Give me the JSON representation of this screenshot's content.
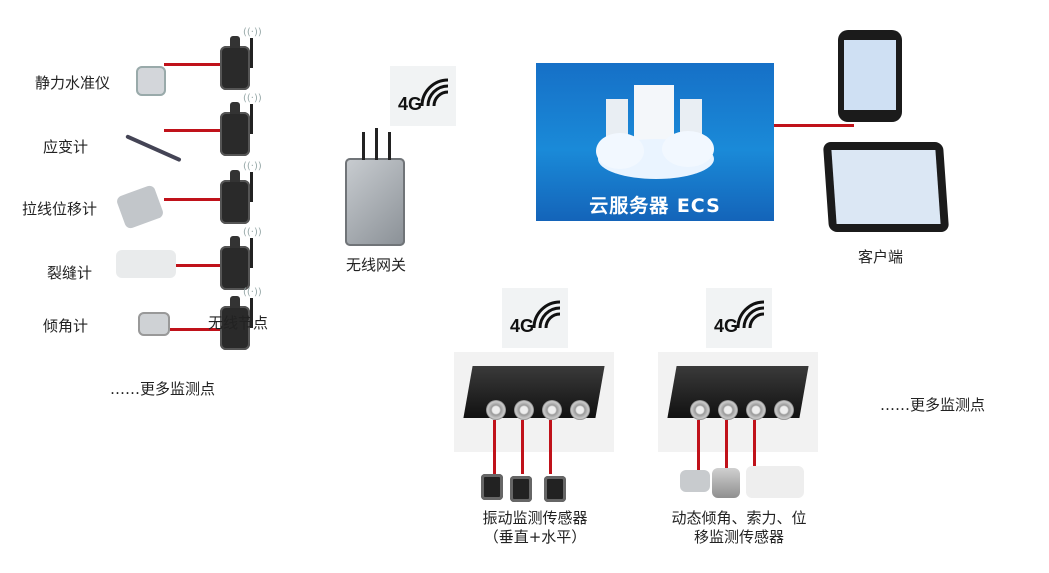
{
  "sensors": [
    {
      "label": "静力水准仪"
    },
    {
      "label": "应变计"
    },
    {
      "label": "拉线位移计"
    },
    {
      "label": "裂缝计"
    },
    {
      "label": "倾角计"
    }
  ],
  "wireless_node_label": "无线节点",
  "more_points_left": "……更多监测点",
  "gateway_label": "无线网关",
  "network_badge": "4G",
  "cloud_label": "云服务器 ECS",
  "client_label": "客户端",
  "device1_caption_line1": "振动监测传感器",
  "device1_caption_line2": "（垂直+水平）",
  "device2_caption_line1": "动态倾角、索力、位",
  "device2_caption_line2": "移监测传感器",
  "more_points_right": "……更多监测点",
  "colors": {
    "link": "#c0121a",
    "cloud_panel": "#1a7fd4"
  }
}
